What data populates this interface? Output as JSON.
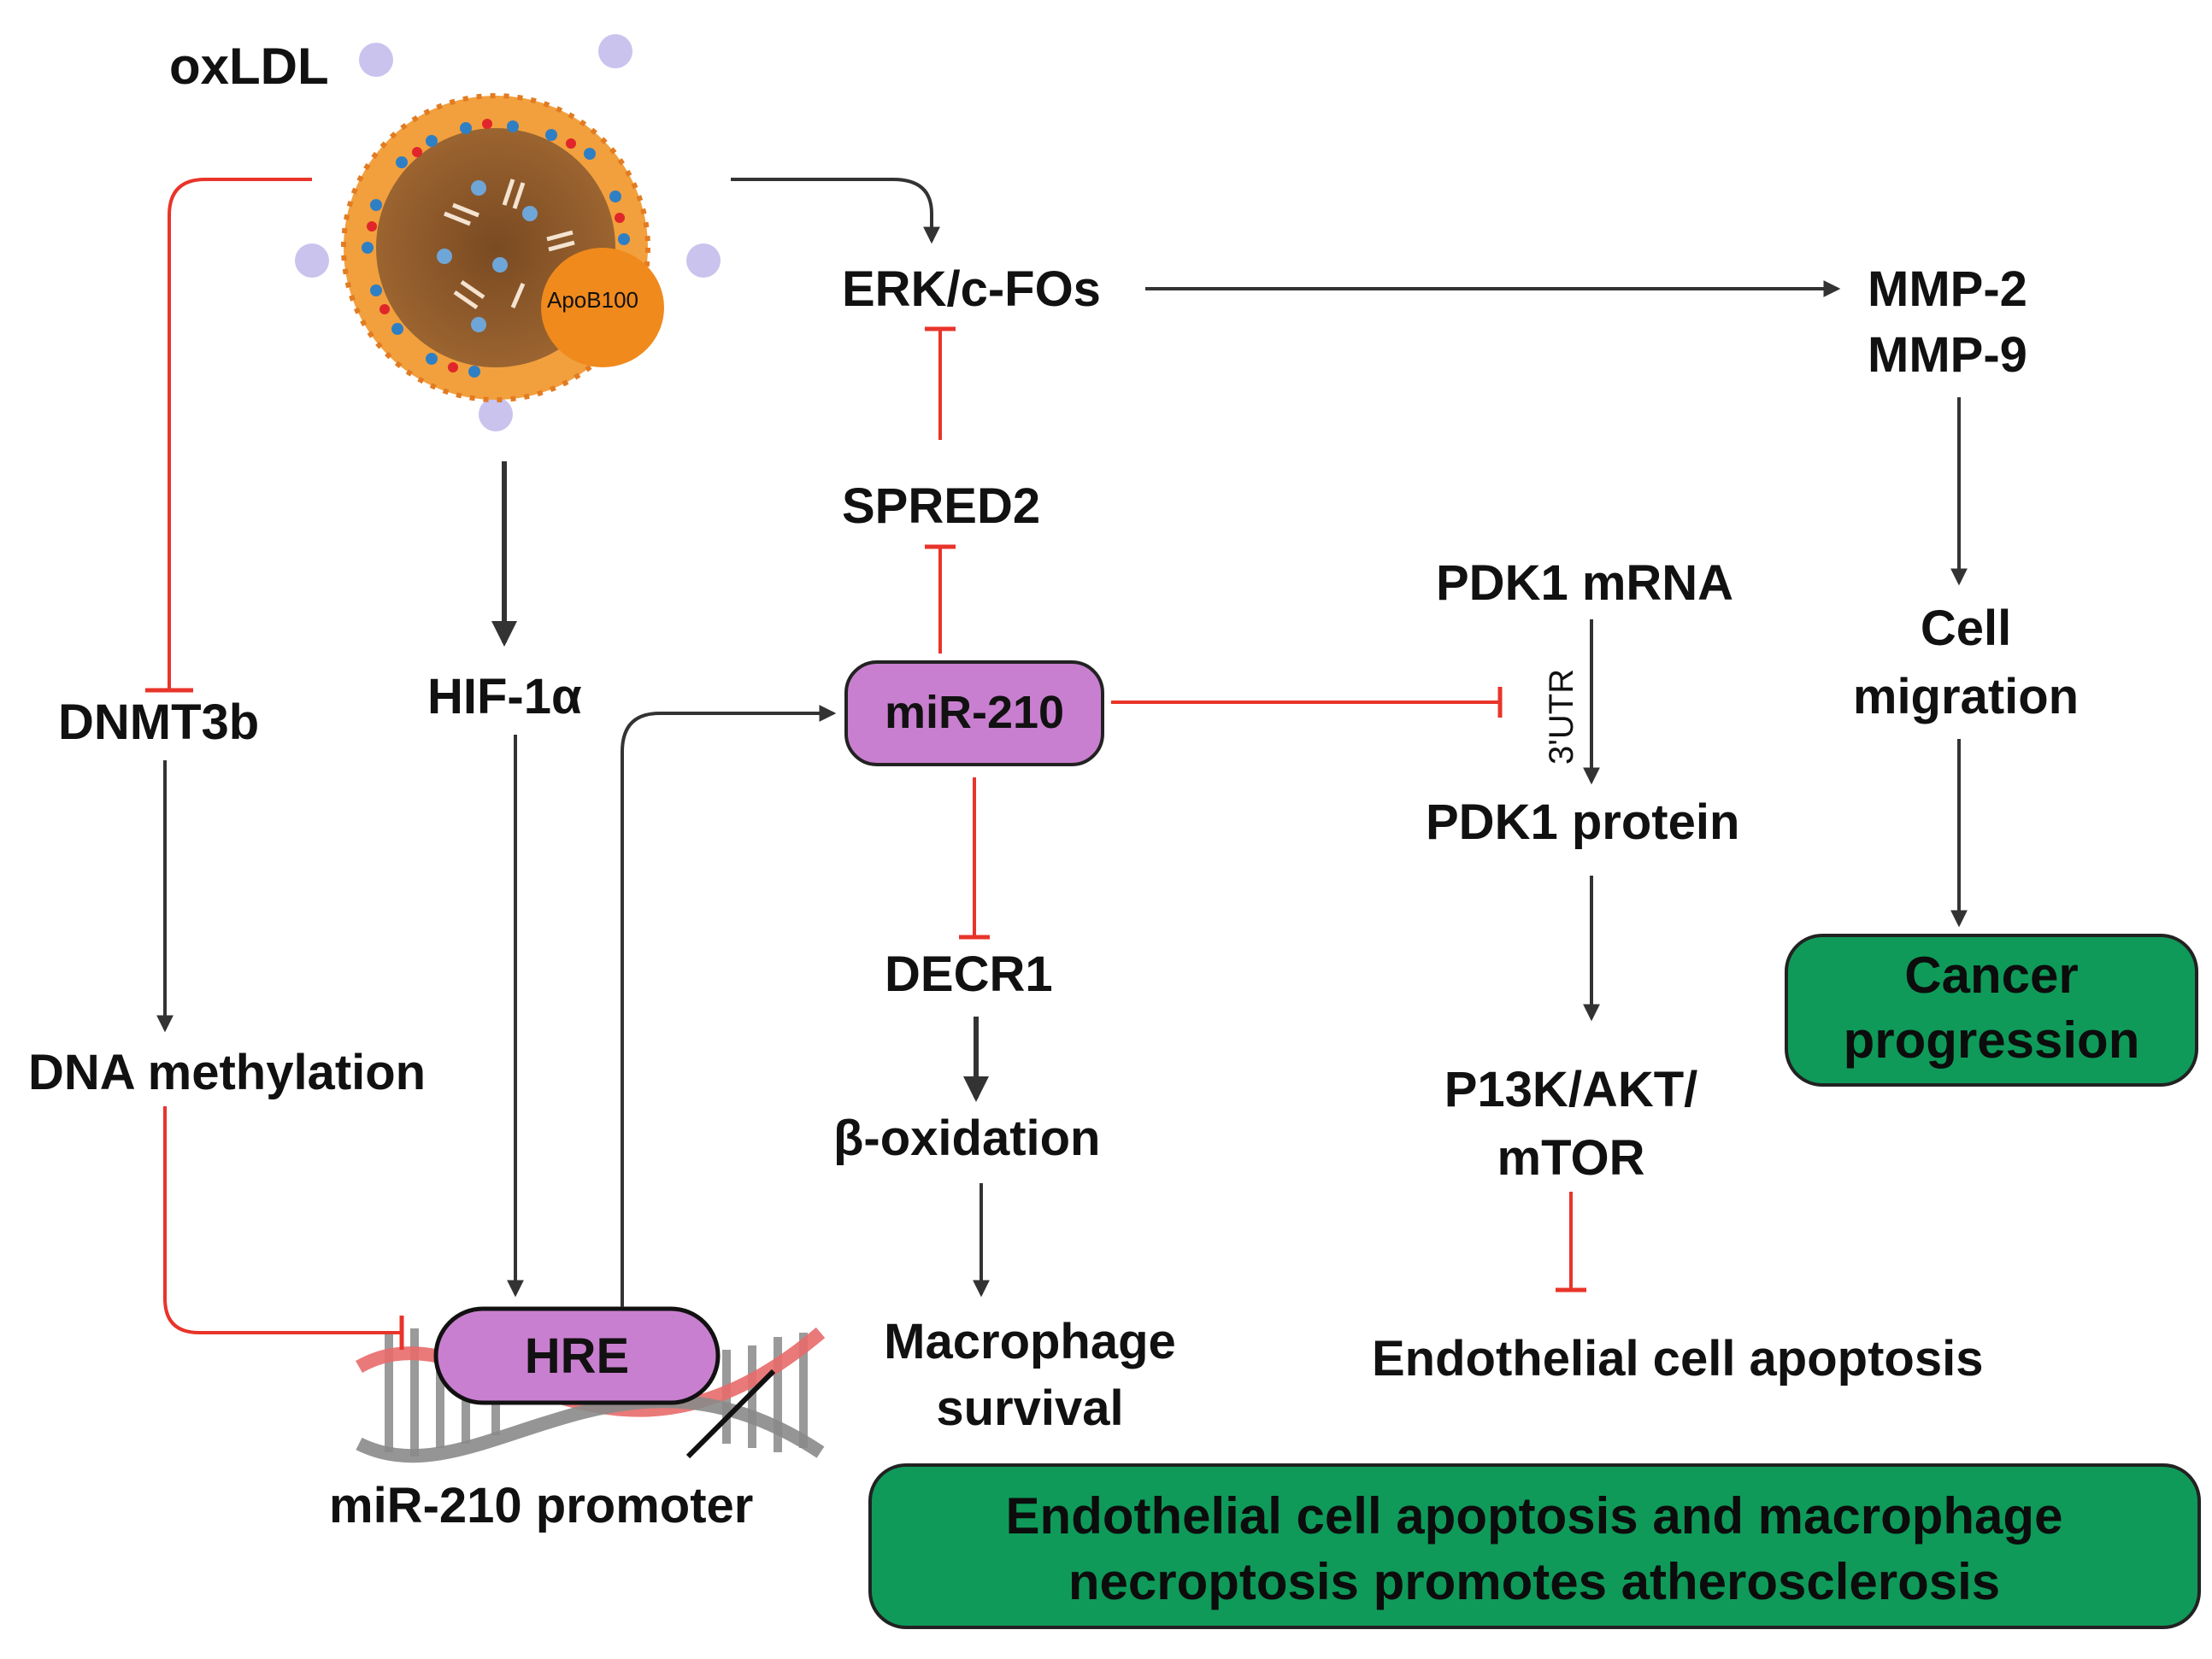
{
  "nodes": {
    "oxldl": "oxLDL",
    "apob100": "ApoB100",
    "erk": "ERK/c-FOs",
    "mmp2": "MMP-2",
    "mmp9": "MMP-9",
    "spred2": "SPRED2",
    "pdk1_mrna": "PDK1 mRNA",
    "utr": "3'UTR",
    "cell_migration_1": "Cell",
    "cell_migration_2": "migration",
    "dnmt3b": "DNMT3b",
    "hif1a": "HIF-1α",
    "mir210": "miR-210",
    "pdk1_protein": "PDK1 protein",
    "cancer_1": "Cancer",
    "cancer_2": "progression",
    "decr1": "DECR1",
    "dna_methylation": "DNA methylation",
    "pi3k_1": "P13K/AKT/",
    "pi3k_2": "mTOR",
    "beta_ox": "β-oxidation",
    "hre": "HRE",
    "macro_1": "Macrophage",
    "macro_2": "survival",
    "endo_apop": "Endothelial cell apoptosis",
    "promoter": "miR-210 promoter",
    "final_1": "Endothelial cell apoptosis and macrophage",
    "final_2": "necroptosis promotes atherosclerosis"
  },
  "colors": {
    "activation": "#333333",
    "inhibition": "#e8342a",
    "pill_fill": "#c97fcf",
    "outcome_fill": "#0f9a5a",
    "particle_core": "#8b5a2b",
    "particle_shell": "#f2a03d",
    "apob": "#f08a1c",
    "antigen": "#c9c3ee"
  }
}
